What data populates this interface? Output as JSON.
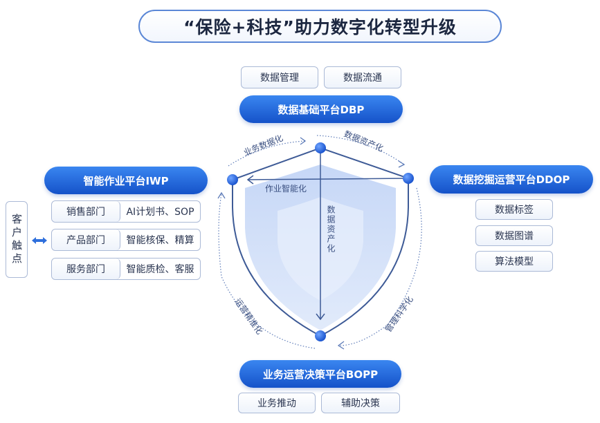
{
  "title": "“保险+科技”助力数字化转型升级",
  "dbp": {
    "label": "数据基础平台DBP",
    "boxes": [
      "数据管理",
      "数据流通"
    ]
  },
  "iwp": {
    "label": "智能作业平台IWP",
    "rows": [
      {
        "dept": "销售部门",
        "func": "AI计划书、SOP"
      },
      {
        "dept": "产品部门",
        "func": "智能核保、精算"
      },
      {
        "dept": "服务部门",
        "func": "智能质检、客服"
      }
    ]
  },
  "customer_touch": "客户触点",
  "ddop": {
    "label": "数据挖掘运营平台DDOP",
    "boxes": [
      "数据标签",
      "数据图谱",
      "算法模型"
    ]
  },
  "bopp": {
    "label": "业务运营决策平台BOPP",
    "boxes": [
      "业务推动",
      "辅助决策"
    ]
  },
  "cycle": {
    "top_left": "业务数据化",
    "top_right": "数据资产化",
    "horizontal": "作业智能化",
    "vertical": "数据资产化",
    "bottom_left": "运营精准化",
    "bottom_right": "管理科学化"
  },
  "colors": {
    "accent": "#1e5fd8",
    "node": "#2b6fe6",
    "line": "#3d5a96"
  }
}
